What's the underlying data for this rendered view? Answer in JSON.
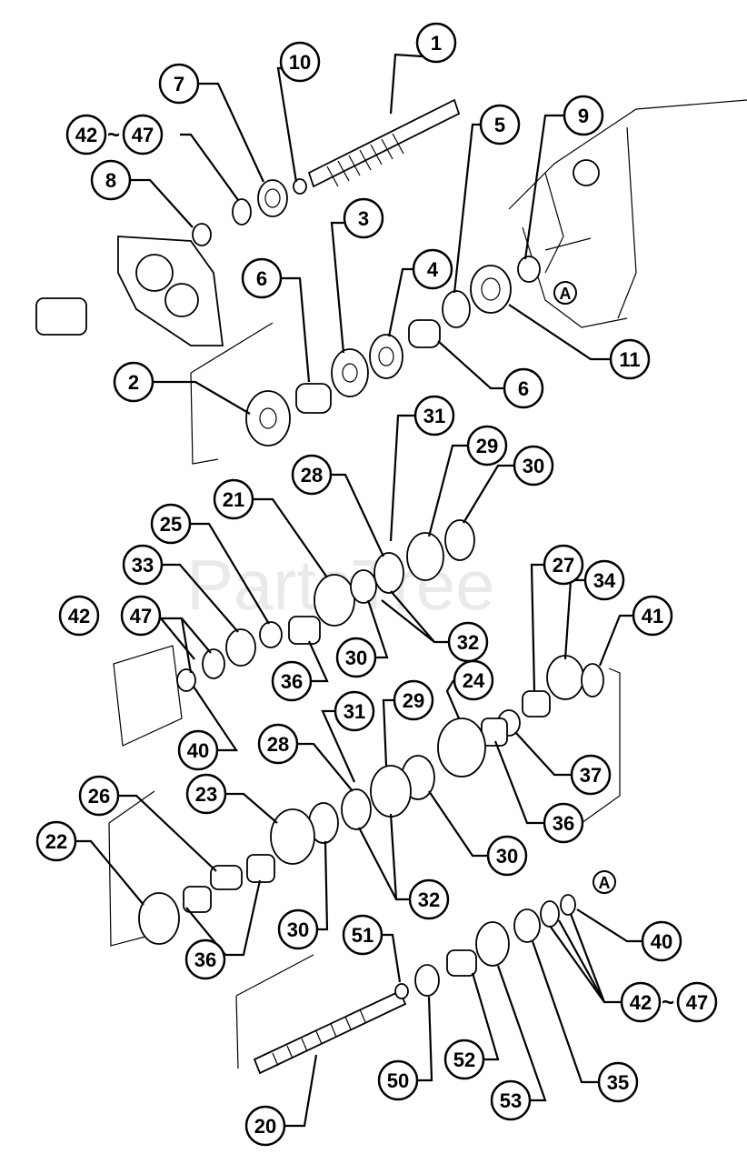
{
  "watermark": "PartsTree",
  "reference_marks": [
    "A",
    "A"
  ],
  "callouts": [
    {
      "id": "c1",
      "label": "1"
    },
    {
      "id": "c10",
      "label": "10"
    },
    {
      "id": "c7",
      "label": "7"
    },
    {
      "id": "c42-47-top",
      "label": "42",
      "suffix": "47"
    },
    {
      "id": "c5",
      "label": "5"
    },
    {
      "id": "c9",
      "label": "9"
    },
    {
      "id": "c8",
      "label": "8"
    },
    {
      "id": "c3",
      "label": "3"
    },
    {
      "id": "c4",
      "label": "4"
    },
    {
      "id": "c6-left",
      "label": "6"
    },
    {
      "id": "c11",
      "label": "11"
    },
    {
      "id": "c2",
      "label": "2"
    },
    {
      "id": "c6-right",
      "label": "6"
    },
    {
      "id": "c31-top",
      "label": "31"
    },
    {
      "id": "c29-top",
      "label": "29"
    },
    {
      "id": "c28-top",
      "label": "28"
    },
    {
      "id": "c30-top",
      "label": "30"
    },
    {
      "id": "c21",
      "label": "21"
    },
    {
      "id": "c25",
      "label": "25"
    },
    {
      "id": "c27",
      "label": "27"
    },
    {
      "id": "c33",
      "label": "33"
    },
    {
      "id": "c34",
      "label": "34"
    },
    {
      "id": "c42-mid",
      "label": "42"
    },
    {
      "id": "c47",
      "label": "47"
    },
    {
      "id": "c41",
      "label": "41"
    },
    {
      "id": "c32-top",
      "label": "32"
    },
    {
      "id": "c30-mid",
      "label": "30"
    },
    {
      "id": "c36-mid",
      "label": "36"
    },
    {
      "id": "c24",
      "label": "24"
    },
    {
      "id": "c31-low",
      "label": "31"
    },
    {
      "id": "c29-low",
      "label": "29"
    },
    {
      "id": "c40-left",
      "label": "40"
    },
    {
      "id": "c28-low",
      "label": "28"
    },
    {
      "id": "c37",
      "label": "37"
    },
    {
      "id": "c26",
      "label": "26"
    },
    {
      "id": "c23",
      "label": "23"
    },
    {
      "id": "c36-right",
      "label": "36"
    },
    {
      "id": "c22",
      "label": "22"
    },
    {
      "id": "c30-low",
      "label": "30"
    },
    {
      "id": "c32-low",
      "label": "32"
    },
    {
      "id": "c40-right",
      "label": "40"
    },
    {
      "id": "c51",
      "label": "51"
    },
    {
      "id": "c30-bottom",
      "label": "30"
    },
    {
      "id": "c36-left",
      "label": "36"
    },
    {
      "id": "c42-47-bottom",
      "label": "42",
      "suffix": "47"
    },
    {
      "id": "c35",
      "label": "35"
    },
    {
      "id": "c52",
      "label": "52"
    },
    {
      "id": "c50",
      "label": "50"
    },
    {
      "id": "c53",
      "label": "53"
    },
    {
      "id": "c20",
      "label": "20"
    }
  ]
}
